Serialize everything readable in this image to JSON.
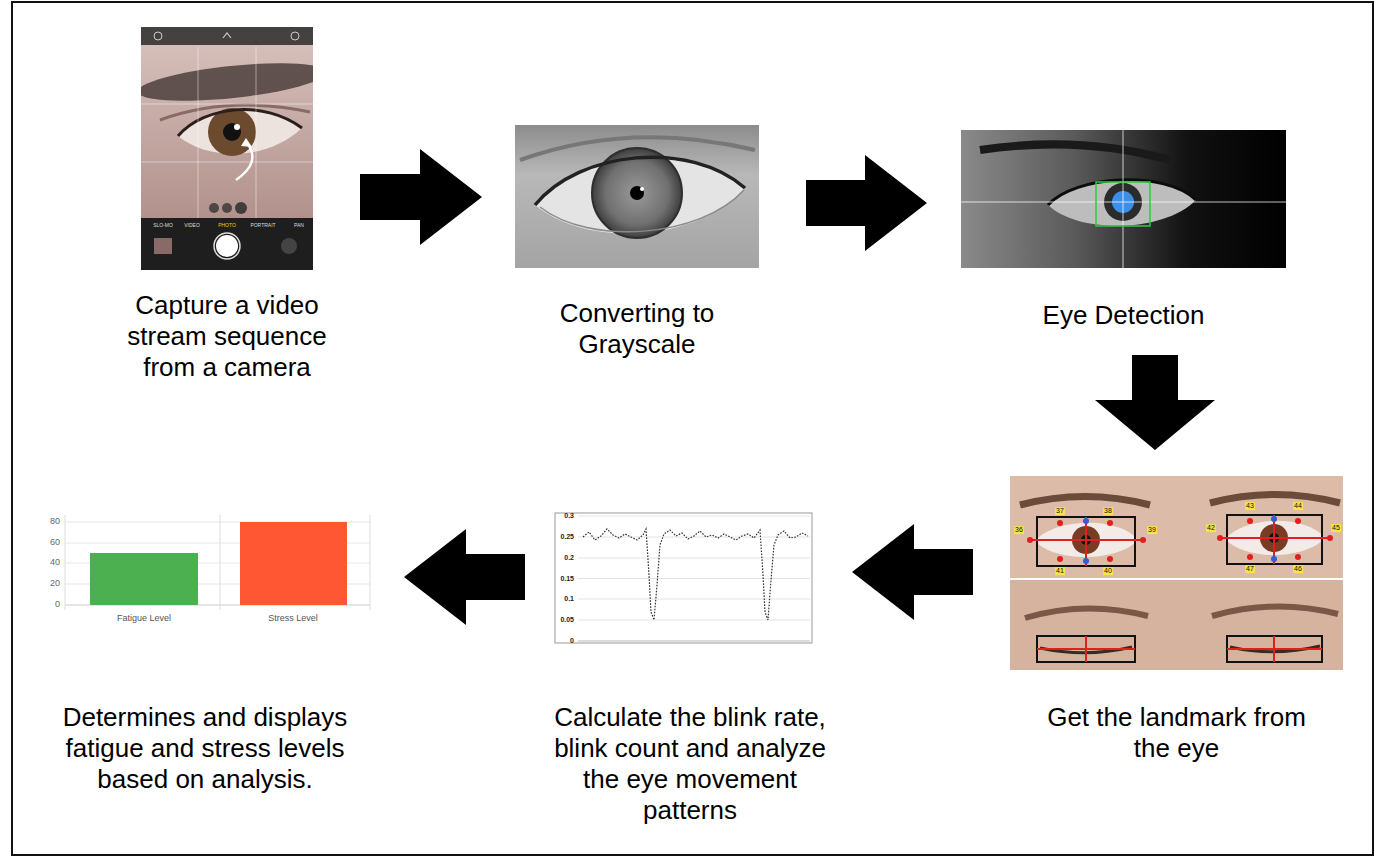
{
  "diagram": {
    "nodes": [
      {
        "text": [
          "Capture a video stream sequence from a camera"
        ]
      },
      {
        "text": [
          "Converting to Grayscale"
        ]
      },
      {
        "text": [
          "Eye Detection"
        ]
      },
      {
        "text": [
          "Get the landmark from the eye"
        ]
      },
      {
        "text": [
          "Calculate the blink rate, blink count and analyze the eye movement patterns"
        ]
      },
      {
        "text": [
          "Determines and displays fatigue and stress levels based on analysis."
        ]
      }
    ],
    "edges": [
      {
        "from": 0,
        "to": 1,
        "arrow": "to"
      },
      {
        "from": 1,
        "to": 2,
        "arrow": "to"
      },
      {
        "from": 2,
        "to": 3,
        "arrow": "to"
      },
      {
        "from": 3,
        "to": 4,
        "arrow": "to"
      },
      {
        "from": 4,
        "to": 5,
        "arrow": "to"
      }
    ],
    "labels": [
      "SLO-MO",
      "VIDEO",
      "PHOTO",
      "PORTRAIT",
      "PAN",
      "36",
      "37",
      "38",
      "39",
      "40",
      "41",
      "42",
      "43",
      "44",
      "45",
      "46",
      "47",
      "0.3",
      "0.25",
      "0.2",
      "0.15",
      "0.1",
      "0.05",
      "0",
      "80",
      "60",
      "40",
      "20",
      "0",
      "Fatigue Level",
      "Stress Level"
    ]
  }
}
